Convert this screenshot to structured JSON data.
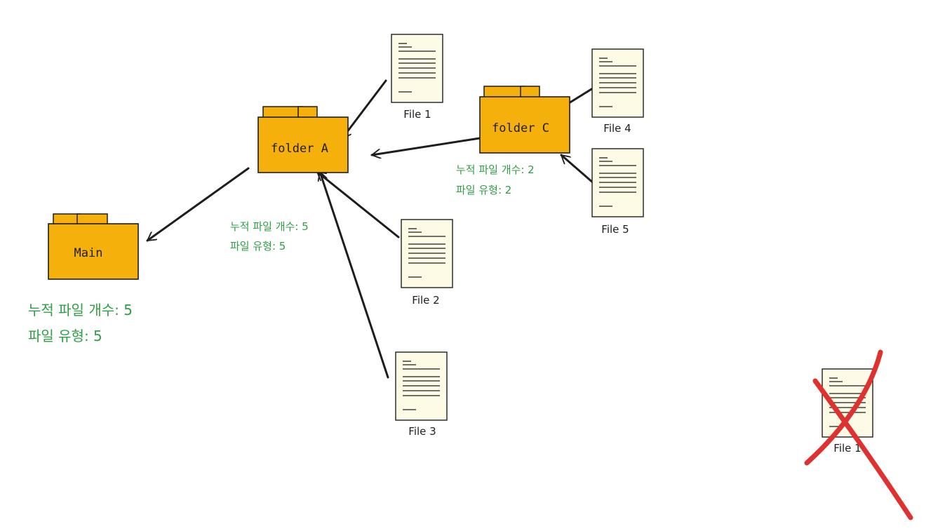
{
  "colors": {
    "folder_fill": "#f5b00c",
    "folder_stroke": "#1e1e1e",
    "file_fill": "#fdfbe6",
    "file_stroke": "#1e1e1e",
    "arrow": "#1e1e1e",
    "stat_text": "#2f9e44",
    "cross": "#e03131"
  },
  "icons": {
    "folder": "folder-icon",
    "file": "document-icon",
    "cross": "red-x-mark-icon"
  },
  "folders": {
    "main": {
      "label": "Main"
    },
    "folder_a": {
      "label": "folder A"
    },
    "folder_c": {
      "label": "folder C"
    }
  },
  "files": {
    "file1": {
      "label": "File 1"
    },
    "file2": {
      "label": "File 2"
    },
    "file3": {
      "label": "File 3"
    },
    "file4": {
      "label": "File 4"
    },
    "file5": {
      "label": "File 5"
    },
    "file_deleted": {
      "label": "File 1"
    }
  },
  "stats": {
    "main": {
      "count_line": "누적 파일 개수: 5",
      "type_line": "파일 유형: 5"
    },
    "folder_a": {
      "count_line": "누적 파일 개수: 5",
      "type_line": "파일 유형: 5"
    },
    "folder_c": {
      "count_line": "누적 파일 개수: 2",
      "type_line": "파일 유형: 2"
    }
  }
}
